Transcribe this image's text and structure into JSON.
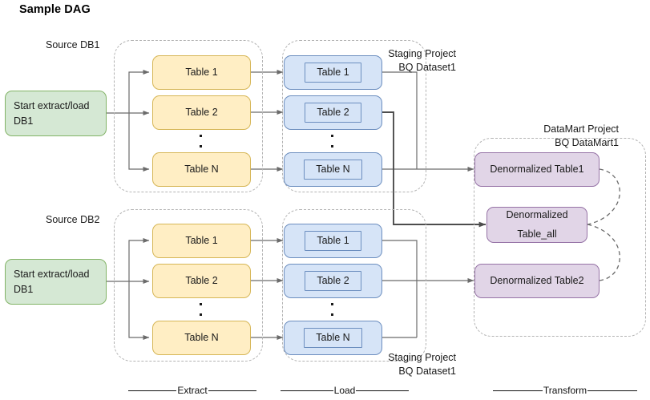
{
  "title": "Sample DAG",
  "groups": {
    "source_db1": {
      "label": "Source DB1"
    },
    "source_db2": {
      "label": "Source DB2"
    },
    "staging_top": {
      "label": "Staging Project\nBQ Dataset1"
    },
    "staging_bottom": {
      "label": "Staging Project\nBQ Dataset1"
    },
    "datamart": {
      "label": "DataMart Project\nBQ DataMart1"
    }
  },
  "start_nodes": [
    {
      "line1": "Start extract/load",
      "line2": "DB1"
    },
    {
      "line1": "Start extract/load",
      "line2": "DB1"
    }
  ],
  "extract_db1": [
    {
      "label": "Table 1"
    },
    {
      "label": "Table 2"
    },
    {
      "label": "Table N"
    }
  ],
  "extract_db2": [
    {
      "label": "Table 1"
    },
    {
      "label": "Table 2"
    },
    {
      "label": "Table N"
    }
  ],
  "load_db1": [
    {
      "label": "Table 1"
    },
    {
      "label": "Table 2"
    },
    {
      "label": "Table N"
    }
  ],
  "load_db2": [
    {
      "label": "Table 1"
    },
    {
      "label": "Table 2"
    },
    {
      "label": "Table N"
    }
  ],
  "transform": [
    {
      "label": "Denormalized Table1"
    },
    {
      "line1": "Denormalized",
      "line2": "Table_all"
    },
    {
      "label": "Denormalized Table2"
    }
  ],
  "phases": [
    {
      "label": "Extract"
    },
    {
      "label": "Load"
    },
    {
      "label": "Transform"
    }
  ],
  "colors": {
    "start_fill": "#d5e8d4",
    "start_stroke": "#82b366",
    "extract_fill": "#ffeec4",
    "extract_stroke": "#d6b656",
    "load_fill": "#d6e4f7",
    "load_stroke": "#6c8ebf",
    "transform_fill": "#e1d5e7",
    "transform_stroke": "#9673a6",
    "group_stroke": "#b3b3b3",
    "connector": "#6b6b6b",
    "connector_dark": "#4d4d4d"
  }
}
